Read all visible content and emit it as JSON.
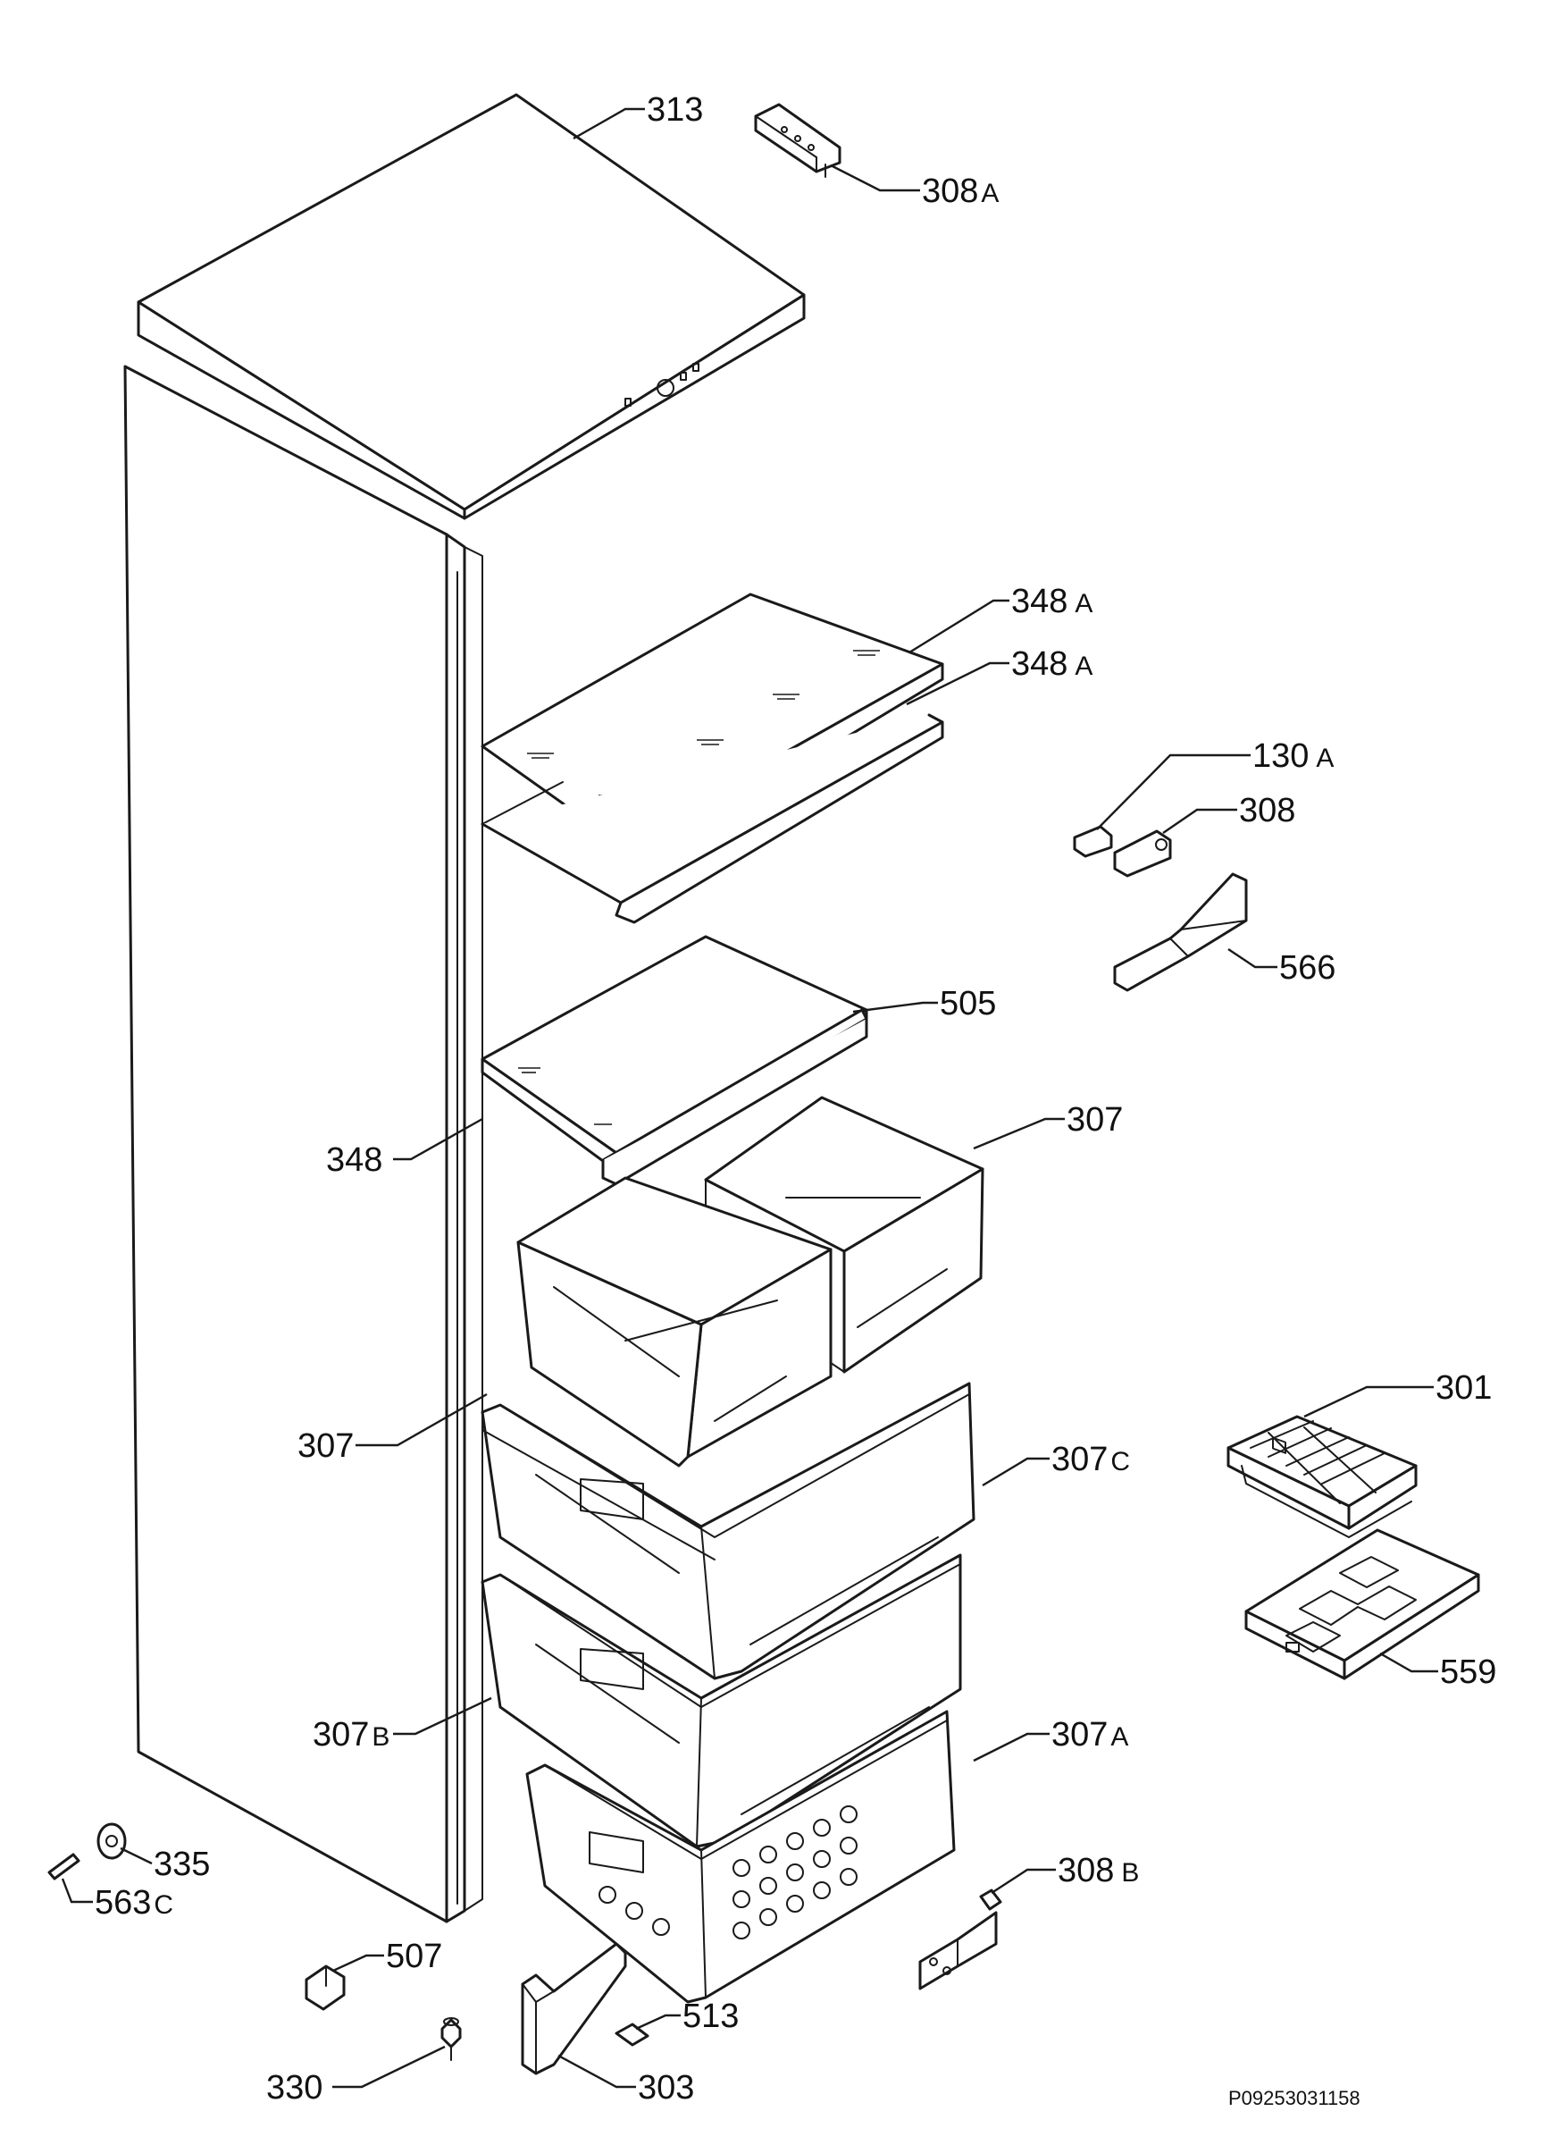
{
  "drawing_ref": "P09253031158",
  "parts": [
    {
      "id": "top-cover",
      "num": "313",
      "suffix": ""
    },
    {
      "id": "hinge-top",
      "num": "308",
      "suffix": "A"
    },
    {
      "id": "glass-shelf-1",
      "num": "348",
      "suffix": "A"
    },
    {
      "id": "glass-shelf-2",
      "num": "348",
      "suffix": "A"
    },
    {
      "id": "plate",
      "num": "130",
      "suffix": "A"
    },
    {
      "id": "hinge-mid",
      "num": "308",
      "suffix": ""
    },
    {
      "id": "scraper",
      "num": "566",
      "suffix": ""
    },
    {
      "id": "shelf-trim",
      "num": "505",
      "suffix": ""
    },
    {
      "id": "glass-shelf-3",
      "num": "348",
      "suffix": ""
    },
    {
      "id": "drawer-right",
      "num": "307",
      "suffix": ""
    },
    {
      "id": "drawer-left",
      "num": "307",
      "suffix": ""
    },
    {
      "id": "ice-tray",
      "num": "301",
      "suffix": ""
    },
    {
      "id": "drawer-c",
      "num": "307",
      "suffix": "C"
    },
    {
      "id": "cold-pack",
      "num": "559",
      "suffix": ""
    },
    {
      "id": "drawer-b",
      "num": "307",
      "suffix": "B"
    },
    {
      "id": "drawer-a",
      "num": "307",
      "suffix": "A"
    },
    {
      "id": "cap",
      "num": "335",
      "suffix": ""
    },
    {
      "id": "pin",
      "num": "563",
      "suffix": "C"
    },
    {
      "id": "hinge-bottom",
      "num": "308",
      "suffix": "B"
    },
    {
      "id": "clip",
      "num": "507",
      "suffix": ""
    },
    {
      "id": "hinge-cover",
      "num": "513",
      "suffix": ""
    },
    {
      "id": "foot",
      "num": "330",
      "suffix": ""
    },
    {
      "id": "plinth",
      "num": "303",
      "suffix": ""
    }
  ]
}
